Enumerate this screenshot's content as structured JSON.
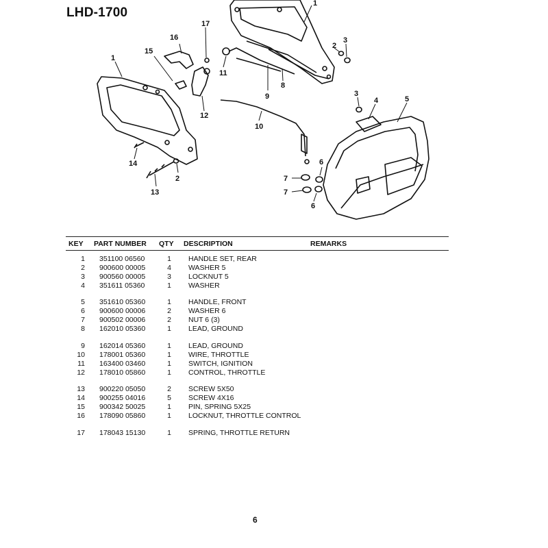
{
  "title": "LHD-1700",
  "headers": {
    "key": "KEY",
    "part_number": "PART NUMBER",
    "qty": "QTY",
    "description": "DESCRIPTION",
    "remarks": "REMARKS"
  },
  "rows": [
    {
      "key": "1",
      "part": "351100 06560",
      "qty": "1",
      "desc": "HANDLE SET, REAR"
    },
    {
      "key": "2",
      "part": "900600 00005",
      "qty": "4",
      "desc": "WASHER 5"
    },
    {
      "key": "3",
      "part": "900560 00005",
      "qty": "3",
      "desc": "LOCKNUT 5"
    },
    {
      "key": "4",
      "part": "351611 05360",
      "qty": "1",
      "desc": "WASHER"
    },
    {
      "key": "5",
      "part": "351610 05360",
      "qty": "1",
      "desc": "HANDLE, FRONT"
    },
    {
      "key": "6",
      "part": "900600 00006",
      "qty": "2",
      "desc": "WASHER 6"
    },
    {
      "key": "7",
      "part": "900502 00006",
      "qty": "2",
      "desc": "NUT 6 (3)"
    },
    {
      "key": "8",
      "part": "162010 05360",
      "qty": "1",
      "desc": "LEAD, GROUND"
    },
    {
      "key": "9",
      "part": "162014 05360",
      "qty": "1",
      "desc": "LEAD, GROUND"
    },
    {
      "key": "10",
      "part": "178001 05360",
      "qty": "1",
      "desc": "WIRE, THROTTLE"
    },
    {
      "key": "11",
      "part": "163400 03460",
      "qty": "1",
      "desc": "SWITCH, IGNITION"
    },
    {
      "key": "12",
      "part": "178010 05860",
      "qty": "1",
      "desc": "CONTROL, THROTTLE"
    },
    {
      "key": "13",
      "part": "900220 05050",
      "qty": "2",
      "desc": "SCREW 5X50"
    },
    {
      "key": "14",
      "part": "900255 04016",
      "qty": "5",
      "desc": "SCREW 4X16"
    },
    {
      "key": "15",
      "part": "900342 50025",
      "qty": "1",
      "desc": "PIN, SPRING 5X25"
    },
    {
      "key": "16",
      "part": "178090 05860",
      "qty": "1",
      "desc": "LOCKNUT, THROTTLE CONTROL"
    },
    {
      "key": "17",
      "part": "178043 15130",
      "qty": "1",
      "desc": "SPRING, THROTTLE RETURN"
    }
  ],
  "diagram_callouts": [
    "1",
    "1",
    "2",
    "2",
    "3",
    "3",
    "4",
    "5",
    "6",
    "6",
    "7",
    "7",
    "8",
    "9",
    "10",
    "11",
    "12",
    "13",
    "14",
    "15",
    "16",
    "17"
  ],
  "page_number": "6"
}
